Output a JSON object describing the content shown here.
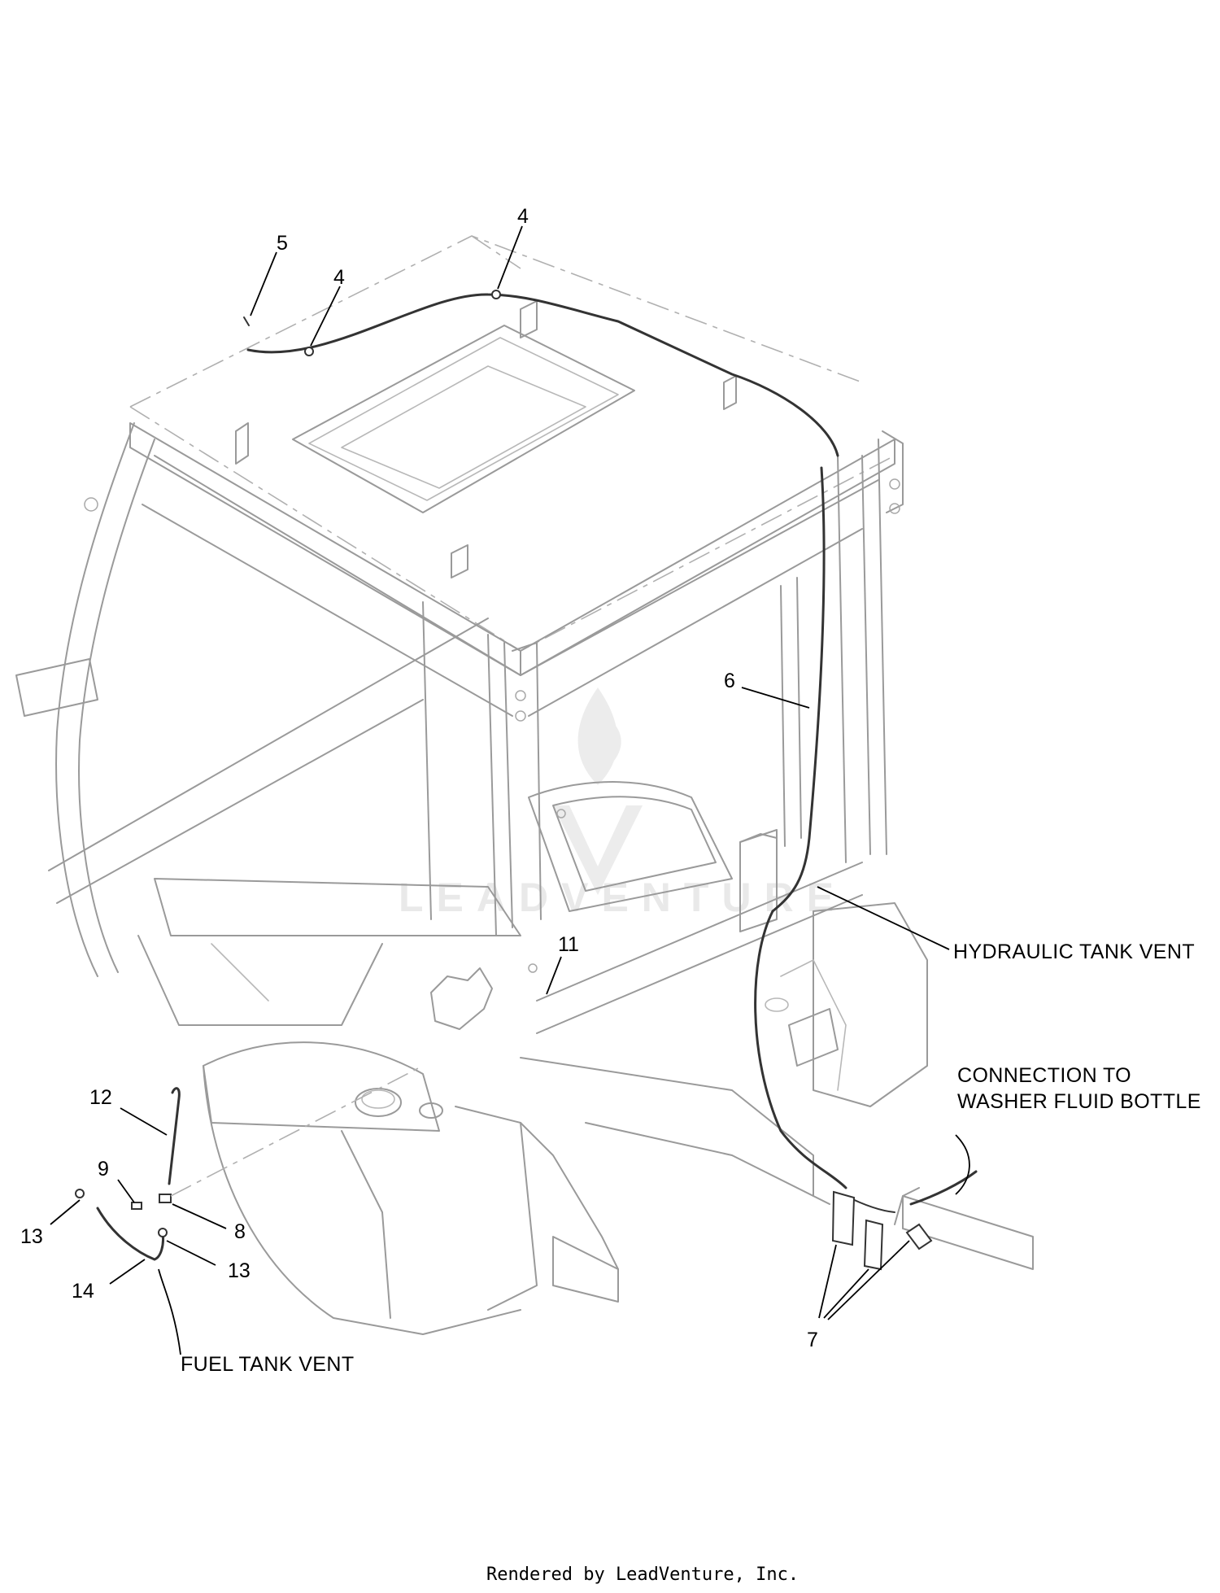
{
  "diagram": {
    "callouts": [
      {
        "id": "c5",
        "label": "5"
      },
      {
        "id": "c4a",
        "label": "4"
      },
      {
        "id": "c4b",
        "label": "4"
      },
      {
        "id": "c6",
        "label": "6"
      },
      {
        "id": "c11",
        "label": "11"
      },
      {
        "id": "c12",
        "label": "12"
      },
      {
        "id": "c9",
        "label": "9"
      },
      {
        "id": "c8",
        "label": "8"
      },
      {
        "id": "c13a",
        "label": "13"
      },
      {
        "id": "c13b",
        "label": "13"
      },
      {
        "id": "c14",
        "label": "14"
      },
      {
        "id": "c7",
        "label": "7"
      }
    ],
    "notes": {
      "hydraulic_tank_vent": "HYDRAULIC TANK VENT",
      "connection_line1": "CONNECTION TO",
      "connection_line2": "WASHER FLUID BOTTLE",
      "fuel_tank_vent": "FUEL TANK VENT"
    },
    "watermark": "LEADVENTURE",
    "footer": "Rendered by LeadVenture, Inc."
  }
}
